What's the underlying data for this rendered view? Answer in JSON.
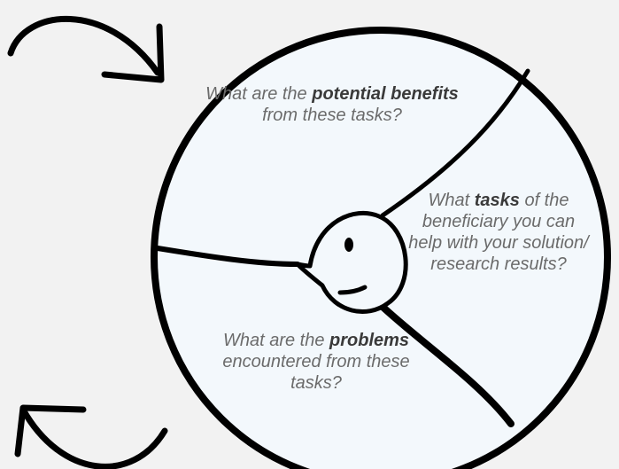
{
  "diagram": {
    "benefits": {
      "line1": "What are the ",
      "strong": "potential benefits",
      "rest": " from these tasks?"
    },
    "tasks": {
      "line1": "What ",
      "strong": "tasks",
      "rest": " of the beneficiary you can help with your solution/ research results?"
    },
    "problems": {
      "line1": "What are the ",
      "strong": "problems",
      "rest": " encountered from these tasks?"
    }
  },
  "colors": {
    "background": "#f2f2f2",
    "wheel_fill": "#f3f8fc",
    "ink": "#000000",
    "text": "#6b6b6b"
  }
}
